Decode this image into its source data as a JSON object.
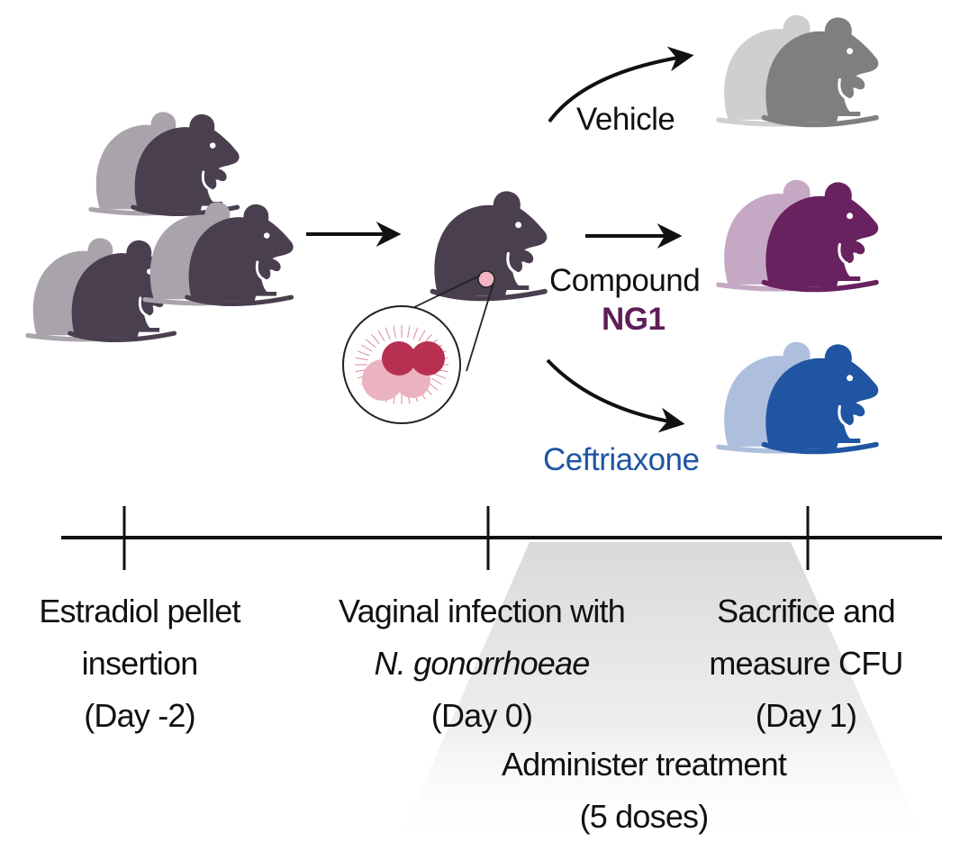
{
  "colors": {
    "mouse_dark": "#4a3f4f",
    "mouse_dark_shadow": "#a9a4ac",
    "vehicle": "#7f7f7f",
    "vehicle_shadow": "#cfcfcf",
    "compound": "#68225f",
    "compound_shadow": "#c5a9c4",
    "ceftriaxone": "#1f55a2",
    "ceftriaxone_shadow": "#aebedd",
    "bacteria_dark": "#b8304f",
    "bacteria_light": "#ebb3bf",
    "infection_dot": "#f2b3c2",
    "ng1_text": "#5d1e58",
    "ceftriaxone_text": "#1f55a2"
  },
  "groups": {
    "vehicle": "Vehicle",
    "compound_line1": "Compound",
    "compound_line2": "NG1",
    "ceftriaxone": "Ceftriaxone"
  },
  "timeline": {
    "events": [
      {
        "line1": "Estradiol pellet",
        "line2": "insertion",
        "line3": "(Day -2)"
      },
      {
        "line1": "Vaginal infection with",
        "line2": "N. gonorrhoeae",
        "line3": "(Day 0)"
      },
      {
        "line1": "Sacrifice and",
        "line2": "measure CFU",
        "line3": "(Day 1)"
      }
    ],
    "treatment": {
      "line1": "Administer treatment",
      "line2": "(5 doses)"
    }
  }
}
